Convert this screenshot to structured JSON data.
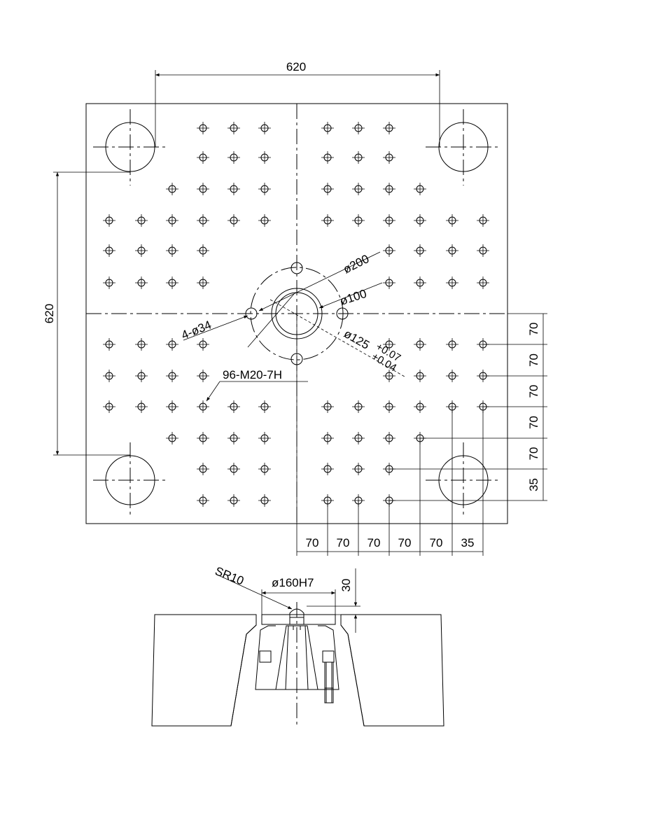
{
  "top_view": {
    "dims": {
      "top_width": "620",
      "left_height": "620",
      "flange_dia": "ø200",
      "locating_dia": "ø100",
      "ring_dia": "ø125",
      "ring_tol_upper": "+0.07",
      "ring_tol_lower": "+0.04",
      "bolt_holes": "4-ø34",
      "tapped_holes": "96-M20-7H"
    },
    "right_dims": [
      "70",
      "70",
      "70",
      "70",
      "70",
      "35"
    ],
    "bottom_dims": [
      "70",
      "70",
      "70",
      "70",
      "70",
      "35"
    ]
  },
  "section_view": {
    "sphere_radius": "SR10",
    "bore": "ø160H7",
    "depth": "30"
  }
}
